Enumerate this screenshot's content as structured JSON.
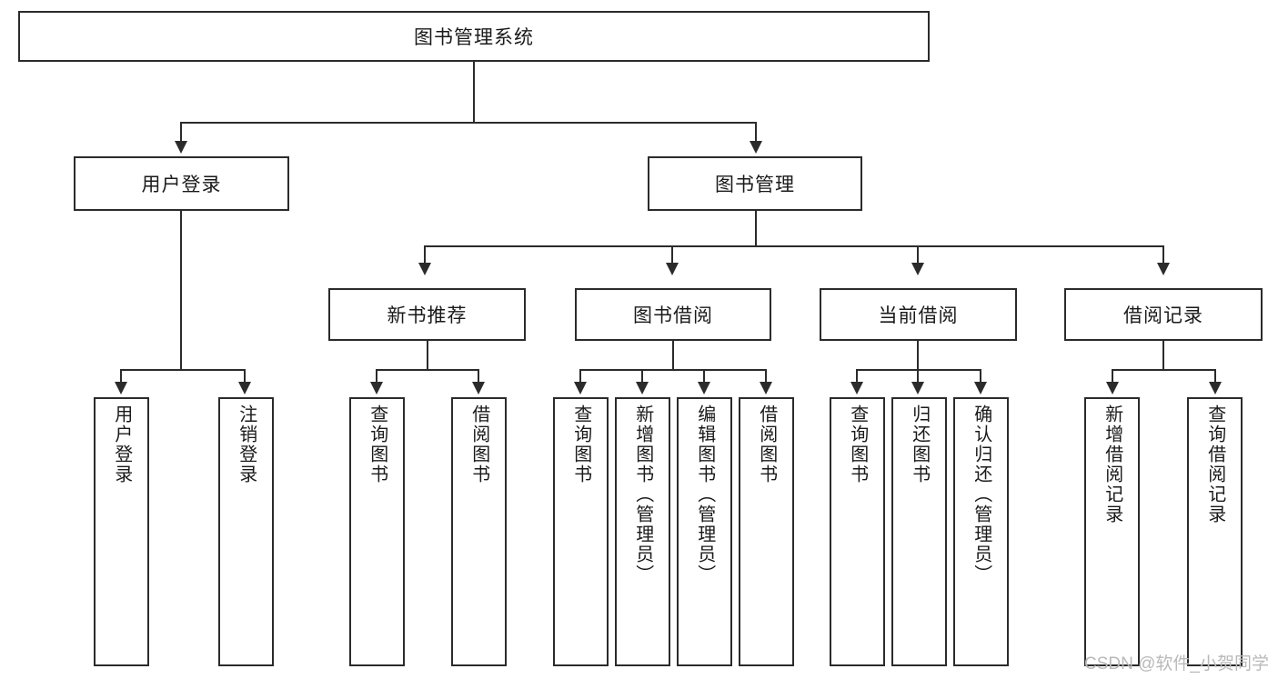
{
  "diagram": {
    "type": "tree",
    "title": "图书管理系统",
    "root": {
      "label": "图书管理系统"
    },
    "level2": [
      {
        "label": "用户登录"
      },
      {
        "label": "图书管理"
      }
    ],
    "level3": [
      {
        "label": "新书推荐"
      },
      {
        "label": "图书借阅"
      },
      {
        "label": "当前借阅"
      },
      {
        "label": "借阅记录"
      }
    ],
    "leaves": {
      "user_login": [
        {
          "label": "用户登录"
        },
        {
          "label": "注销登录"
        }
      ],
      "new_book": [
        {
          "label": "查询图书"
        },
        {
          "label": "借阅图书"
        }
      ],
      "book_borrow": [
        {
          "label": "查询图书"
        },
        {
          "label": "新增图书（管理员）"
        },
        {
          "label": "编辑图书（管理员）"
        },
        {
          "label": "借阅图书"
        }
      ],
      "current_borrow": [
        {
          "label": "查询图书"
        },
        {
          "label": "归还图书"
        },
        {
          "label": "确认归还（管理员）"
        }
      ],
      "borrow_record": [
        {
          "label": "新增借阅记录"
        },
        {
          "label": "查询借阅记录"
        }
      ]
    }
  },
  "watermark": {
    "text": "CSDN @软件_小贺同学"
  },
  "colors": {
    "border": "#2b2b2b",
    "background": "#ffffff",
    "text": "#1a1a1a",
    "watermark": "#b9b9b9"
  }
}
